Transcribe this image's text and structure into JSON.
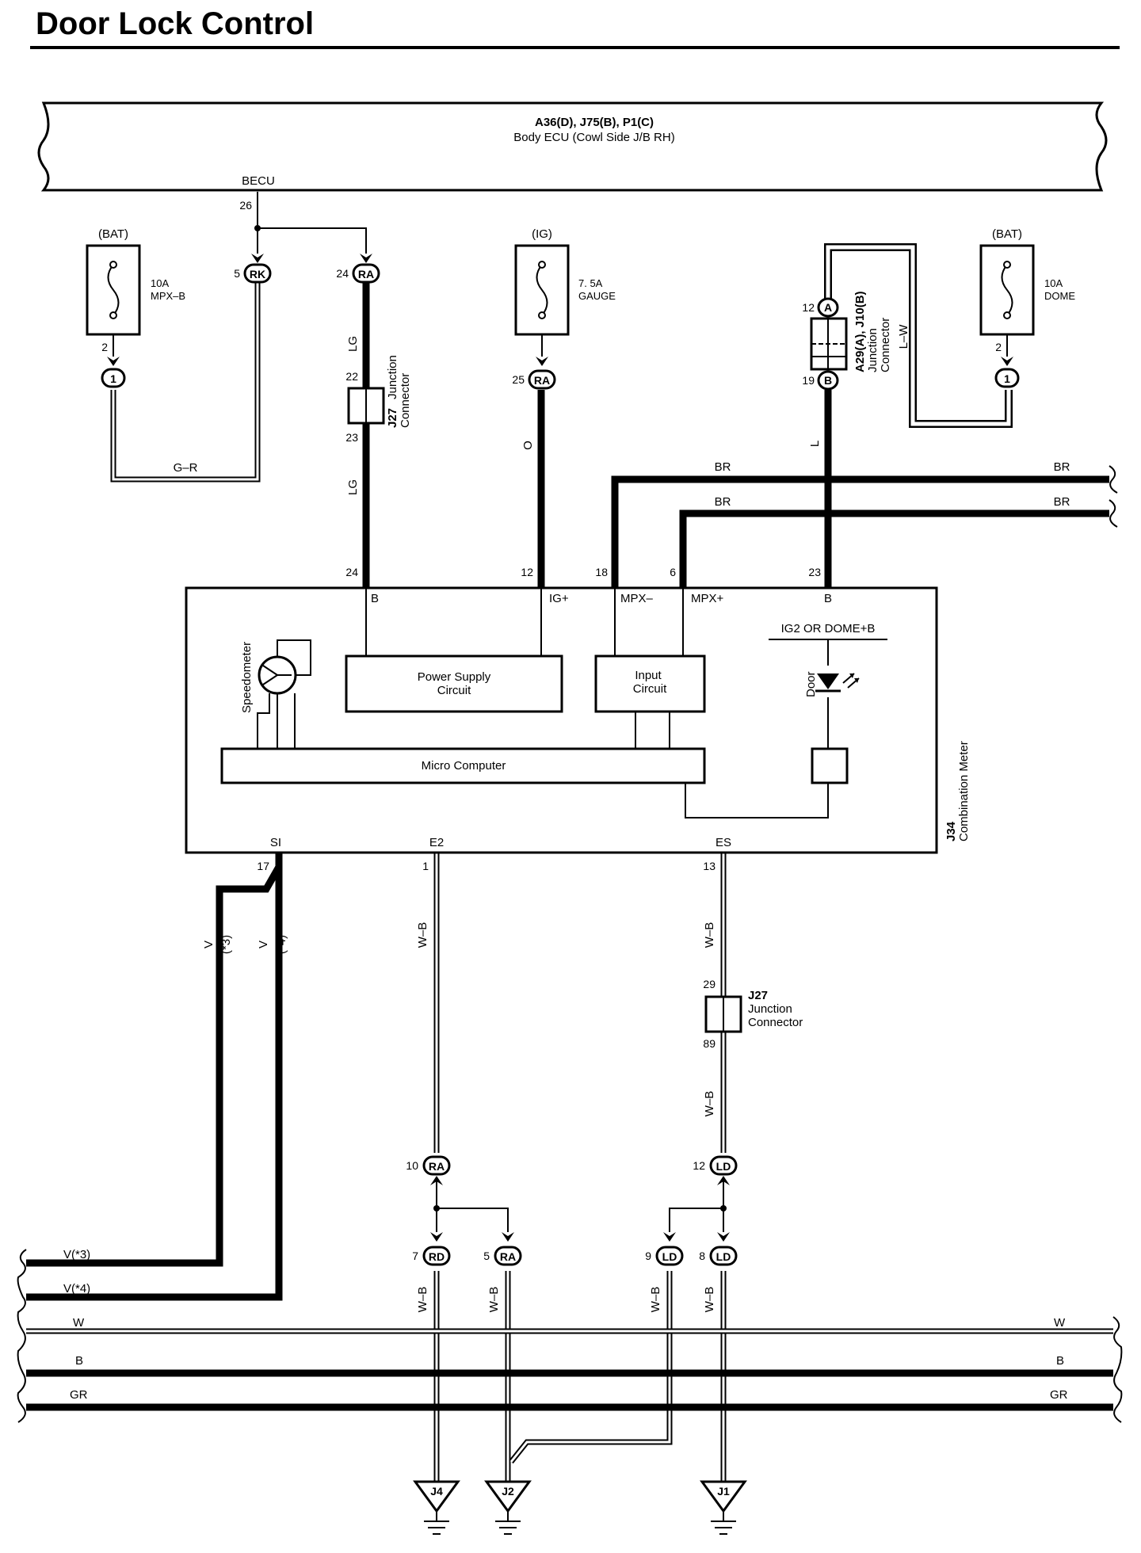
{
  "title": "Door Lock Control",
  "body_ecu": {
    "ref": "A36(D), J75(B), P1(C)",
    "name": "Body ECU (Cowl Side J/B RH)",
    "terminal": "BECU",
    "pin": "26"
  },
  "fuses": [
    {
      "source": "(BAT)",
      "rating": "10A",
      "name": "MPX–B",
      "pin": "2",
      "connector": "1"
    },
    {
      "source": "(IG)",
      "rating": "7. 5A",
      "name": "GAUGE"
    },
    {
      "source": "(BAT)",
      "rating": "10A",
      "name": "DOME",
      "pin": "2",
      "connector": "1"
    }
  ],
  "connectors": {
    "rk5": {
      "pin": "5",
      "code": "RK"
    },
    "ra24": {
      "pin": "24",
      "code": "RA"
    },
    "ra25": {
      "pin": "25",
      "code": "RA"
    },
    "a12": {
      "pin": "12",
      "code": "A"
    },
    "b19": {
      "pin": "19",
      "code": "B"
    },
    "ra10": {
      "pin": "10",
      "code": "RA"
    },
    "ld12": {
      "pin": "12",
      "code": "LD"
    },
    "rd7": {
      "pin": "7",
      "code": "RD"
    },
    "ra5": {
      "pin": "5",
      "code": "RA"
    },
    "ld9": {
      "pin": "9",
      "code": "LD"
    },
    "ld8": {
      "pin": "8",
      "code": "LD"
    }
  },
  "junction_top": {
    "ref": "J27",
    "name": "Junction",
    "name2": "Connector",
    "pin_top": "22",
    "pin_bottom": "23"
  },
  "junction_right": {
    "ref": "A29(A), J10(B)",
    "name": "Junction",
    "name2": "Connector"
  },
  "junction_lower": {
    "ref": "J27",
    "name": "Junction",
    "name2": "Connector",
    "pin_top": "29",
    "pin_bottom": "89"
  },
  "wire_colors": {
    "gr_fuse": "G–R",
    "lg": "LG",
    "o": "O",
    "lw": "L–W",
    "l": "L",
    "br": "BR",
    "v": "V",
    "wb": "W–B",
    "w": "W",
    "b": "B",
    "gr": "GR",
    "v3": "V(*3)",
    "v4": "V(*4)",
    "note3": "(*3)",
    "note4": "(*4)"
  },
  "meter": {
    "ref": "J34",
    "name": "Combination Meter",
    "top_pins": [
      {
        "num": "24",
        "label": "B"
      },
      {
        "num": "12",
        "label": "IG+"
      },
      {
        "num": "18",
        "label": "MPX–"
      },
      {
        "num": "6",
        "label": "MPX+"
      },
      {
        "num": "23",
        "label": "B"
      }
    ],
    "bottom_pins": [
      {
        "num": "17",
        "label": "SI"
      },
      {
        "num": "1",
        "label": "E2"
      },
      {
        "num": "13",
        "label": "ES"
      }
    ],
    "power_supply": {
      "line1": "Power Supply",
      "line2": "Circuit"
    },
    "input_circuit": {
      "line1": "Input",
      "line2": "Circuit"
    },
    "micro_computer": "Micro Computer",
    "speedometer": "Speedometer",
    "ig2_label": "IG2 OR DOME+B",
    "door_label": "Door"
  },
  "grounds": [
    "J4",
    "J2",
    "J1"
  ],
  "colors": {
    "line": "#000000",
    "background": "#ffffff"
  }
}
